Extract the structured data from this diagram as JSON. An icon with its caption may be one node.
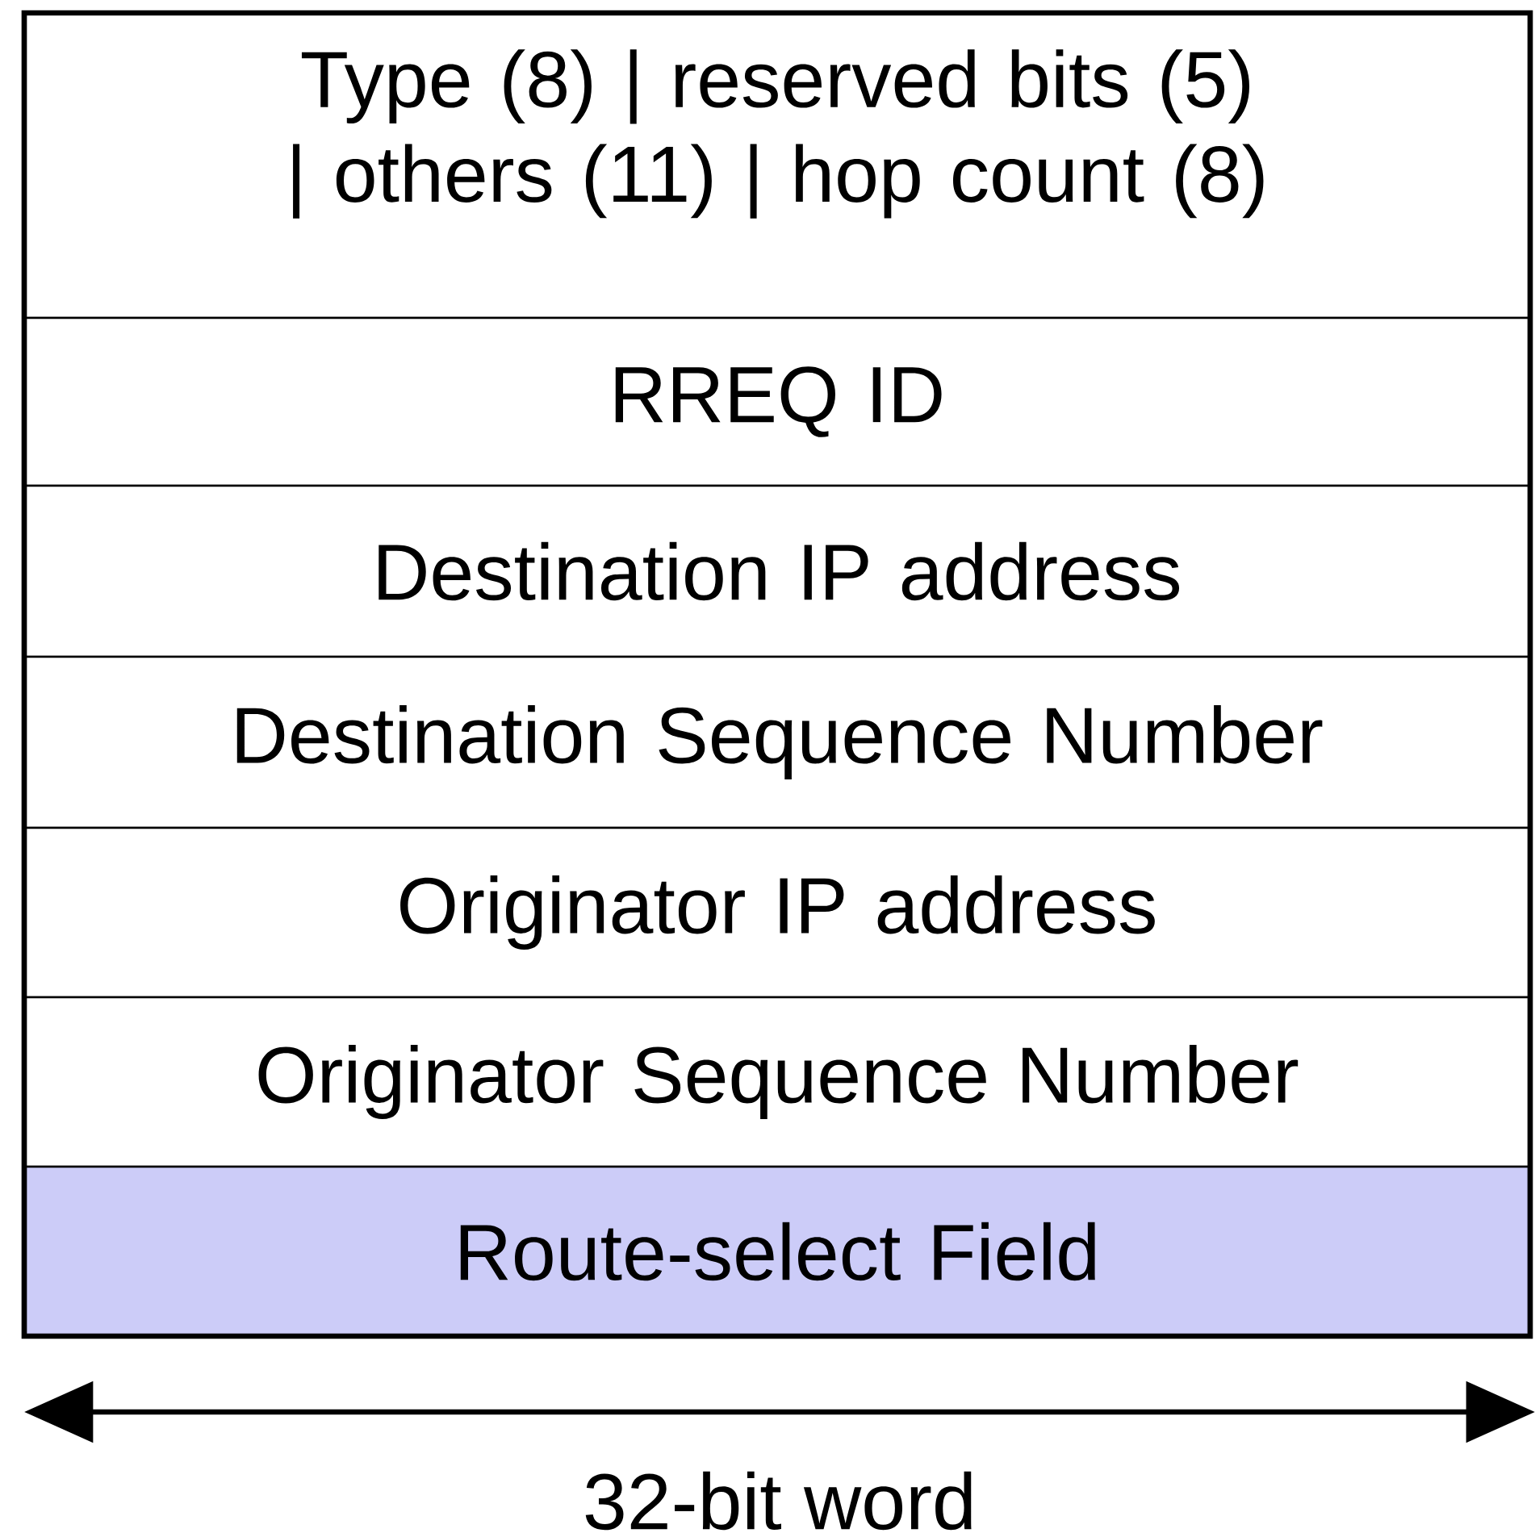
{
  "diagram": {
    "nodes": [
      {
        "text": [
          "Type (8) | reserved bits (5) | others (11) | hop count (8)"
        ]
      },
      {
        "text": [
          "RREQ ID"
        ]
      },
      {
        "text": [
          "Destination IP address"
        ]
      },
      {
        "text": [
          "Destination Sequence Number"
        ]
      },
      {
        "text": [
          "Originator IP address"
        ]
      },
      {
        "text": [
          "Originator Sequence Number"
        ]
      },
      {
        "text": [
          "Route-select Field"
        ]
      }
    ],
    "edges": [],
    "labels": [
      "32-bit word"
    ]
  }
}
